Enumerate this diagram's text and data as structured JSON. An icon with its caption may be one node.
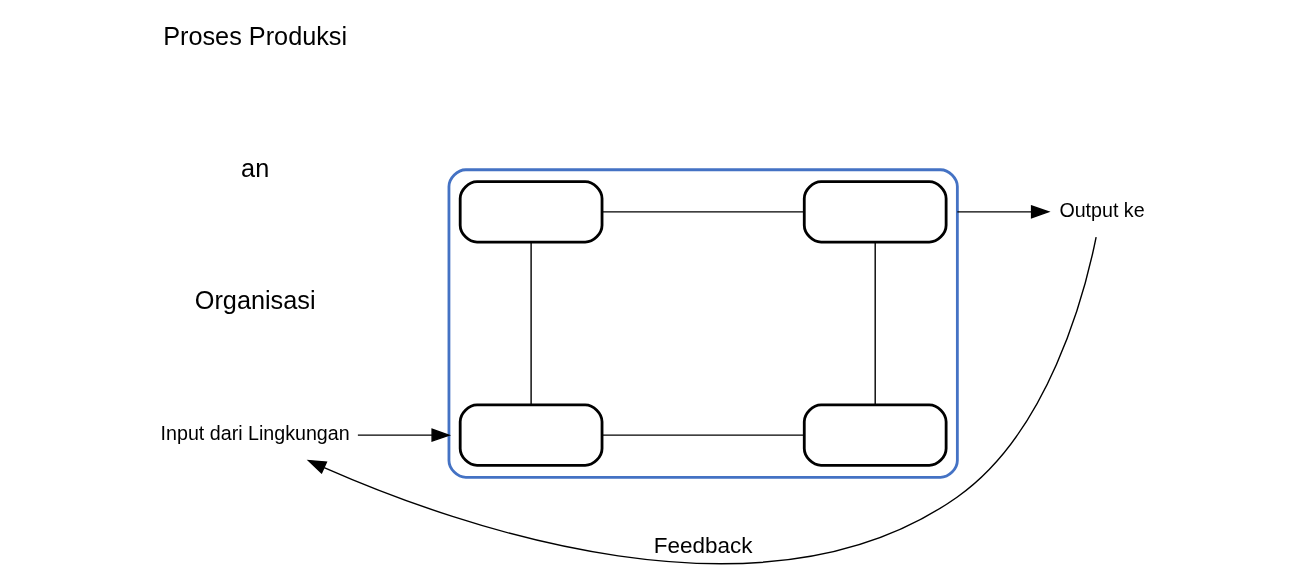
{
  "diagram": {
    "nodes": [
      {
        "text": [
          "Input dari Lingkungan"
        ]
      },
      {
        "text": [],
        "shape": "box"
      },
      {
        "text": [],
        "shape": "box",
        "in": 1
      },
      {
        "text": [],
        "shape": "box",
        "in": 1
      },
      {
        "text": [],
        "shape": "box",
        "in": 1
      },
      {
        "text": [],
        "shape": "box",
        "in": 1
      },
      {
        "text": [
          "Output ke"
        ]
      }
    ],
    "edges": [
      {
        "from": 0,
        "to": 1,
        "arrow": "to"
      },
      {
        "from": 2,
        "to": 3,
        "arrow": "none"
      },
      {
        "from": 2,
        "to": 4,
        "arrow": "none"
      },
      {
        "from": 3,
        "to": 5,
        "arrow": "none"
      },
      {
        "from": 4,
        "to": 5,
        "arrow": "none"
      },
      {
        "from": 1,
        "to": 6,
        "arrow": "to"
      },
      {
        "from": 6,
        "to": 0,
        "arrow": "to",
        "label": "Feedback"
      }
    ],
    "labels": [
      "Organisasi",
      "an",
      "Proses Produksi"
    ]
  }
}
